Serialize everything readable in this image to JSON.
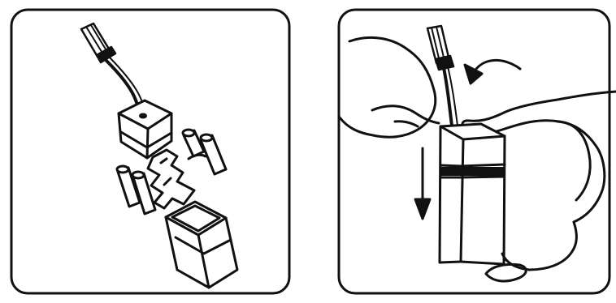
{
  "figure": {
    "panels": [
      {
        "id": "exploded-view",
        "icon": "battery-pack-exploded-view",
        "text": ""
      },
      {
        "id": "assembly-step",
        "icon": "battery-pack-assembly-hands",
        "text": ""
      }
    ],
    "line_color": "#111111",
    "background_color": "#ffffff",
    "accent_color": "#000000"
  }
}
